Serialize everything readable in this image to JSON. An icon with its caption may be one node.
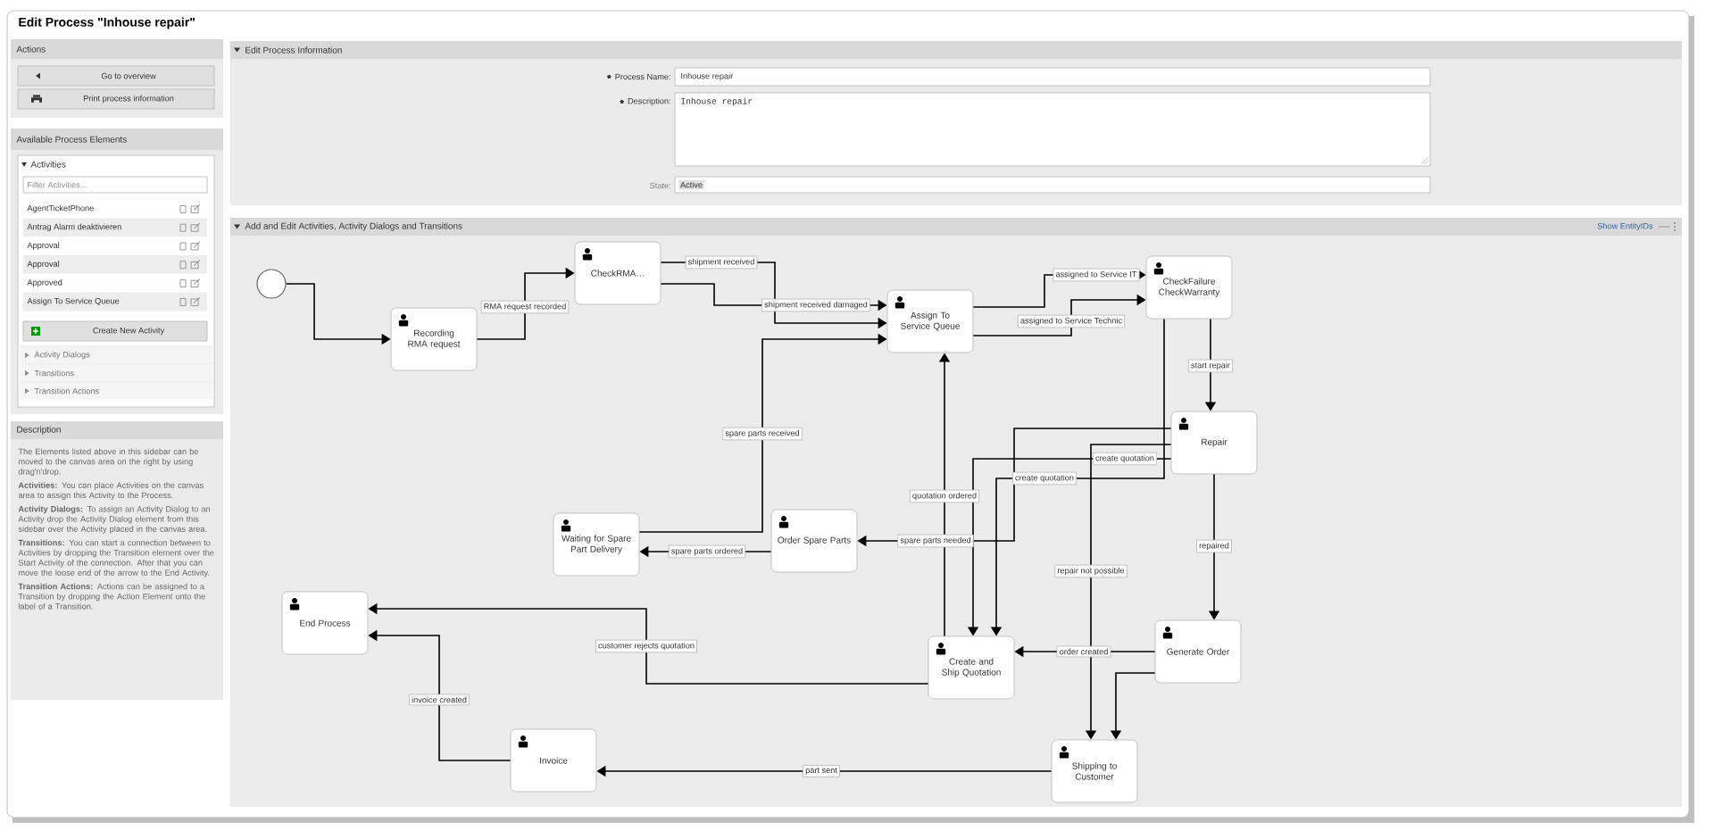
{
  "diagram": {
    "title": "Edit Process \"Inhouse repair\"",
    "nodes": [
      {
        "text": [],
        "shape": "circle"
      },
      {
        "text": [
          "Recording RMA request"
        ]
      },
      {
        "text": [
          "CheckRMA…"
        ]
      },
      {
        "text": [
          "Assign To Service Queue"
        ]
      },
      {
        "text": [
          "CheckFailure CheckWarranty"
        ]
      },
      {
        "text": [
          "Repair"
        ]
      },
      {
        "text": [
          "Waiting for Spare Part Delivery"
        ]
      },
      {
        "text": [
          "Order Spare Parts"
        ]
      },
      {
        "text": [
          "End Process"
        ]
      },
      {
        "text": [
          "Create and Ship Quotation"
        ]
      },
      {
        "text": [
          "Generate Order"
        ]
      },
      {
        "text": [
          "Invoice"
        ]
      },
      {
        "text": [
          "Shipping to Customer"
        ]
      }
    ],
    "edges": [
      {
        "from": 0,
        "to": 1,
        "arrow": "to"
      },
      {
        "from": 1,
        "to": 2,
        "arrow": "to",
        "label": "RMA request recorded"
      },
      {
        "from": 2,
        "to": 3,
        "arrow": "to",
        "label": "shipment received"
      },
      {
        "from": 2,
        "to": 3,
        "arrow": "to",
        "label": "shipment received damaged"
      },
      {
        "from": 6,
        "to": 3,
        "arrow": "to",
        "label": "spare parts received"
      },
      {
        "from": 3,
        "to": 4,
        "arrow": "to",
        "label": "assigned to Service IT"
      },
      {
        "from": 3,
        "to": 4,
        "arrow": "to",
        "label": "assigned to Service Technic"
      },
      {
        "from": 4,
        "to": 5,
        "arrow": "to",
        "label": "start repair"
      },
      {
        "from": 4,
        "to": 9,
        "arrow": "to",
        "label": "create quotation"
      },
      {
        "from": 5,
        "to": 7,
        "arrow": "to",
        "label": "spare parts needed"
      },
      {
        "from": 5,
        "to": 12,
        "arrow": "to",
        "label": "repair not possible"
      },
      {
        "from": 5,
        "to": 9,
        "arrow": "to",
        "label": "create quotation"
      },
      {
        "from": 9,
        "to": 3,
        "arrow": "to",
        "label": "quotation ordered"
      },
      {
        "from": 7,
        "to": 6,
        "arrow": "to",
        "label": "spare parts ordered"
      },
      {
        "from": 5,
        "to": 10,
        "arrow": "to",
        "label": "repaired"
      },
      {
        "from": 10,
        "to": 9,
        "arrow": "to",
        "label": "order created"
      },
      {
        "from": 10,
        "to": 12,
        "arrow": "to"
      },
      {
        "from": 9,
        "to": 8,
        "arrow": "to",
        "label": "customer rejects quotation"
      },
      {
        "from": 11,
        "to": 8,
        "arrow": "to",
        "label": "invoice created"
      },
      {
        "from": 12,
        "to": 11,
        "arrow": "to",
        "label": "part sent"
      }
    ],
    "labels": [
      "Actions",
      "Go to overview",
      "Print process information",
      "Available Process Elements",
      "Activities",
      "Filter Activities...",
      "AgentTicketPhone",
      "Antrag Alarm deaktivieren",
      "Approval",
      "Approval",
      "Approved",
      "Assign To Service Queue",
      "Create New Activity",
      "Activity Dialogs",
      "Transitions",
      "Transition Actions",
      "Description",
      "The Elements listed above in this sidebar can be moved to the canvas area on the right by using drag'n'drop.",
      "**Activities:** You can place Activities on the canvas area to assign this Activity to the Process.",
      "**Activity Dialogs:** To assign an Activity Dialog to an Activity drop the Activity Dialog element from this sidebar over the Activity placed in the canvas area.",
      "**Transitions:** You can start a connection between to Activities by dropping the Transition element over the Start Activity of the connection. After that you can move the loose end of the arrow to the End Activity.",
      "**Transition Actions:** Actions can be assigned to a Transition by dropping the Action Element onto the label of a Transition.",
      "Edit Process Information",
      "Process Name:",
      "Inhouse repair",
      "Description:",
      "Inhouse repair",
      "State:",
      "Active",
      "Add and Edit Activities, Activity Dialogs and Transitions",
      "Show EntityIDs"
    ]
  }
}
